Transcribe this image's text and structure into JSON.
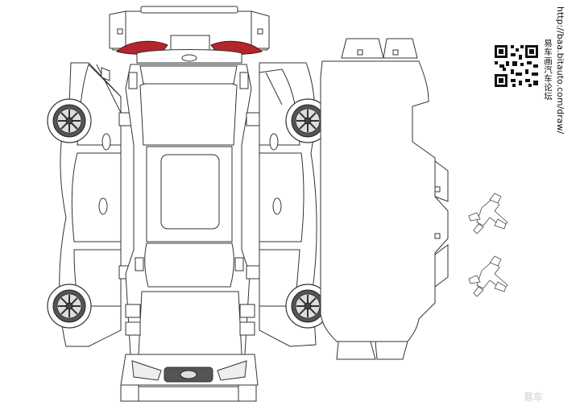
{
  "header": {
    "site_name": "易车画汽车论坛",
    "site_url": "http://baa.bitauto.com/draw/"
  },
  "watermark": {
    "text": "易车"
  },
  "colors": {
    "line": "#333333",
    "taillight": "#b3262d",
    "qr": "#111111"
  },
  "icons": [
    "qr-code-icon",
    "wheel-icon",
    "brand-logo-icon",
    "watermark-logo-icon"
  ]
}
